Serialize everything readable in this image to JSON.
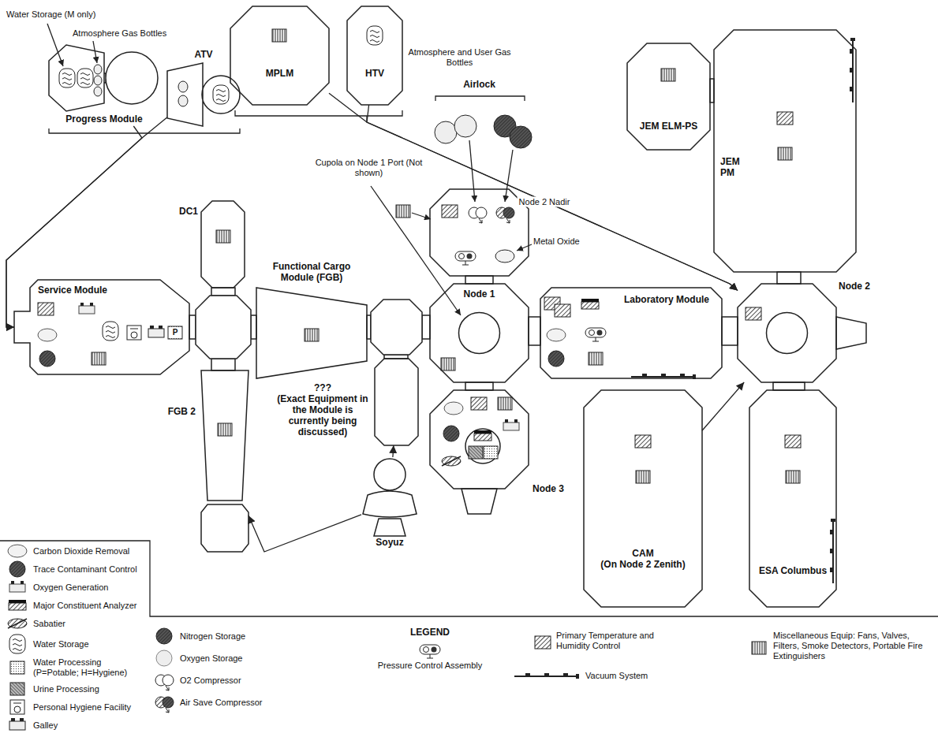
{
  "diagram": {
    "nodes": [
      {
        "text": [
          "Progress Module"
        ]
      },
      {
        "text": [
          "ATV"
        ]
      },
      {
        "text": [
          "MPLM"
        ]
      },
      {
        "text": [
          "HTV"
        ]
      },
      {
        "text": [
          "Airlock"
        ]
      },
      {
        "text": [
          "JEM ELM-PS"
        ]
      },
      {
        "text": [
          "JEM PM"
        ]
      },
      {
        "text": [
          "DC1"
        ]
      },
      {
        "text": [
          "Service Module"
        ]
      },
      {
        "text": [
          "Functional Cargo Module (FGB)"
        ]
      },
      {
        "text": [
          "Node 1"
        ]
      },
      {
        "text": [
          "Laboratory Module"
        ]
      },
      {
        "text": [
          "Node 2"
        ]
      },
      {
        "text": [
          "???",
          "(Exact Equipment in the Module is currently being discussed)"
        ]
      },
      {
        "text": [
          "FGB 2"
        ]
      },
      {
        "text": [
          "Node 3"
        ]
      },
      {
        "text": [
          "Soyuz"
        ]
      },
      {
        "text": [
          "CAM",
          "(On Node 2 Zenith)"
        ]
      },
      {
        "text": [
          "ESA Columbus"
        ]
      }
    ],
    "edges": [
      {
        "from": 0,
        "to": 8,
        "arrow": "to"
      },
      {
        "from": 1,
        "to": 8,
        "arrow": "to"
      },
      {
        "from": 2,
        "to": 12,
        "arrow": "to",
        "label": "Node 2 Nadir"
      },
      {
        "from": 3,
        "to": 12,
        "arrow": "to"
      },
      {
        "from": 16,
        "to": 13,
        "arrow": "to"
      },
      {
        "from": 16,
        "to": 14,
        "arrow": "to"
      },
      {
        "from": 17,
        "to": 12,
        "arrow": "to"
      }
    ],
    "labels": [
      "Water Storage (M only)",
      "Atmosphere Gas Bottles",
      "Atmosphere and User Gas Bottles",
      "Metal Oxide",
      "Cupola on Node 1 Port (Not shown)",
      "P",
      "LEGEND"
    ],
    "legend": [
      {
        "text": "Carbon Dioxide Removal"
      },
      {
        "text": "Trace Contaminant Control"
      },
      {
        "text": "Oxygen Generation"
      },
      {
        "text": "Major Constituent Analyzer"
      },
      {
        "text": "Sabatier"
      },
      {
        "text": "Water Storage"
      },
      {
        "text": "Water Processing (P=Potable; H=Hygiene)"
      },
      {
        "text": "Urine Processing"
      },
      {
        "text": "Personal Hygiene Facility"
      },
      {
        "text": "Galley"
      },
      {
        "text": "Nitrogen Storage"
      },
      {
        "text": "Oxygen Storage"
      },
      {
        "text": "O2 Compressor"
      },
      {
        "text": "Air Save Compressor"
      },
      {
        "text": "Pressure Control Assembly"
      },
      {
        "text": "Primary Temperature and Humidity Control"
      },
      {
        "text": "Vacuum System"
      },
      {
        "text": "Miscellaneous Equip: Fans, Valves, Filters, Smoke Detectors, Portable Fire Extinguishers"
      }
    ]
  }
}
